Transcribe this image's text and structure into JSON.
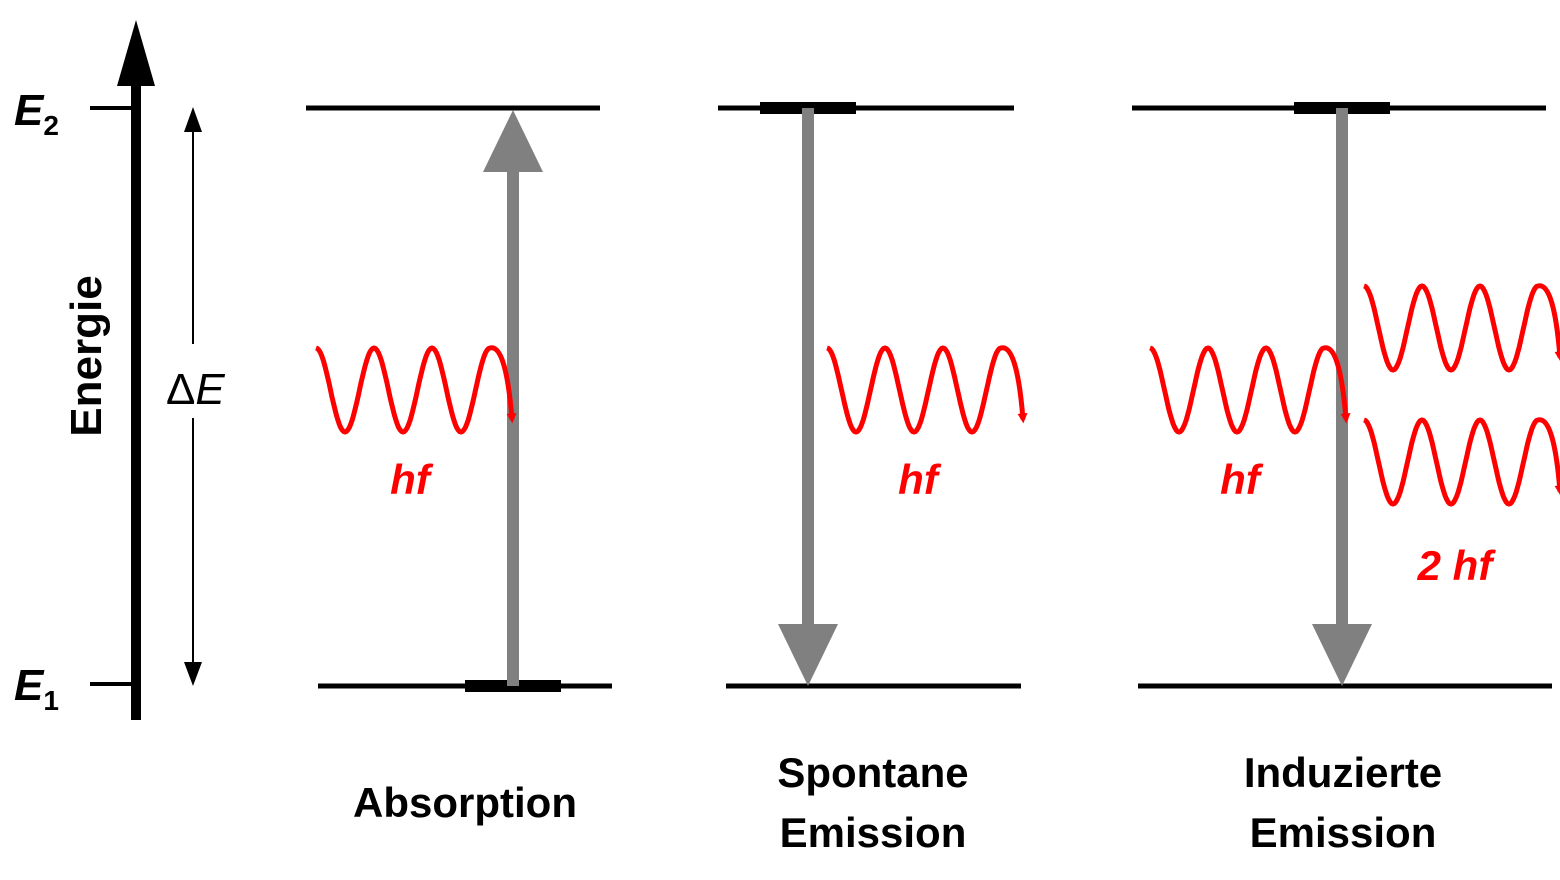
{
  "axis": {
    "label": "Energie",
    "upper_level": {
      "symbol": "E",
      "subscript": "2"
    },
    "lower_level": {
      "symbol": "E",
      "subscript": "1"
    },
    "delta_symbol": "Δ",
    "delta_var": "E"
  },
  "panels": [
    {
      "caption_lines": [
        "Absorption"
      ],
      "photon_label": "hf"
    },
    {
      "caption_lines": [
        "Spontane",
        "Emission"
      ],
      "photon_label": "hf"
    },
    {
      "caption_lines": [
        "Induzierte",
        "Emission"
      ],
      "photon_label": "hf",
      "emitted_label": "2 hf"
    }
  ],
  "colors": {
    "level_line": "#000000",
    "transition_arrow": "#808080",
    "photon": "#ff0000"
  }
}
